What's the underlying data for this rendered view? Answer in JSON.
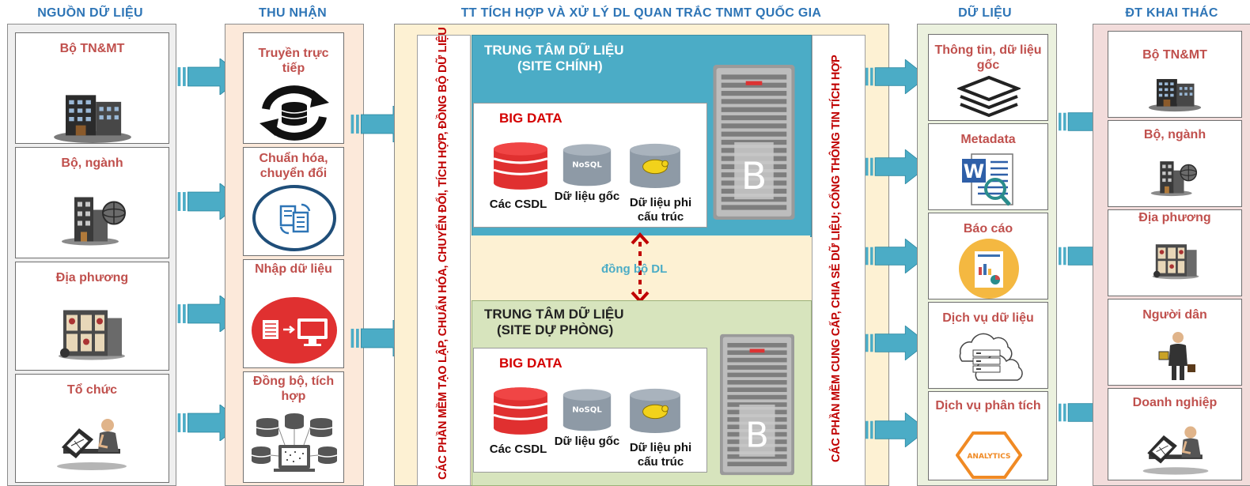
{
  "titles": {
    "sources": "NGUỒN DỮ LIỆU",
    "ingest": "THU NHẬN",
    "center": "TT TÍCH HỢP VÀ XỬ LÝ DL QUAN TRẮC TNMT QUỐC GIA",
    "data": "DỮ LIỆU",
    "consumers": "ĐT KHAI THÁC"
  },
  "sources": [
    "Bộ TN&MT",
    "Bộ, ngành",
    "Địa phương",
    "Tổ chức"
  ],
  "ingest": [
    "Truyền trực tiếp",
    "Chuẩn hóa, chuyển đổi",
    "Nhập dữ liệu",
    "Đồng bộ, tích hợp"
  ],
  "center": {
    "left_vertical": "CÁC PHẦN MỀM TẠO LẬP, CHUẨN HÓA, CHUYỂN ĐỔI, TÍCH HỢP, ĐỒNG BỘ DỮ LIỆU",
    "right_vertical": "CÁC PHẦN MỀM CUNG CẤP, CHIA SẺ DỮ LIỆU; CỔNG THÔNG TIN TÍCH HỢP",
    "primary": {
      "title1": "TRUNG TÂM DỮ LIỆU",
      "title2": "(SITE CHÍNH)"
    },
    "backup": {
      "title1": "TRUNG TÂM DỮ LIỆU",
      "title2": "(SITE DỰ PHÒNG)"
    },
    "big_data": "BIG DATA",
    "db_labels": [
      "Các CSDL",
      "Dữ liệu gốc",
      "Dữ liệu phi cấu trúc"
    ],
    "nosql": "NoSQL",
    "server_letter": "B",
    "sync": "đồng bộ DL"
  },
  "data": [
    "Thông tin, dữ liệu gốc",
    "Metadata",
    "Báo cáo",
    "Dịch vụ dữ liệu",
    "Dịch vụ phân tích"
  ],
  "analytics_badge": "ANALYTICS",
  "consumers": [
    "Bộ TN&MT",
    "Bộ, ngành",
    "Địa phương",
    "Người dân",
    "Doanh nghiệp"
  ],
  "colors": {
    "title": "#2e75b6",
    "label": "#c0504d",
    "arrow": "#4bacc6",
    "vertical_text": "#c00000",
    "primary_bg": "#4bacc6",
    "backup_bg": "#d7e4bd"
  }
}
